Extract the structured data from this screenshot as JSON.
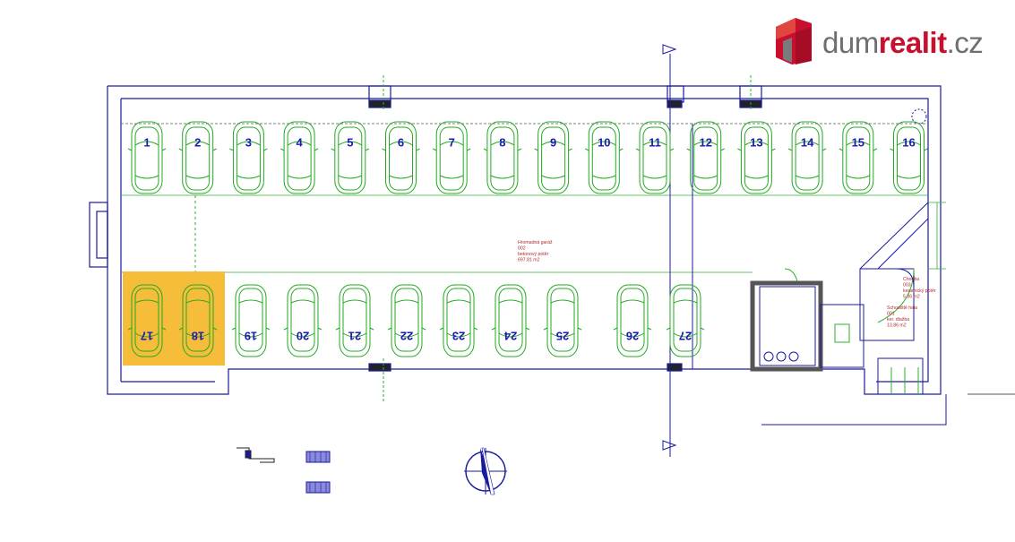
{
  "brand": {
    "name_part1": "dum",
    "name_part2": "realit",
    "name_part3": ".cz",
    "accent_color": "#c8102e",
    "gray_color": "#6f6f6f",
    "icon": "house-cube-icon"
  },
  "plan": {
    "top_row_spaces": [
      "1",
      "2",
      "3",
      "4",
      "5",
      "6",
      "7",
      "8",
      "9",
      "10",
      "11",
      "12",
      "13",
      "14",
      "15",
      "16"
    ],
    "bottom_row_spaces": [
      "17",
      "18",
      "19",
      "20",
      "21",
      "22",
      "23",
      "24",
      "25",
      "26",
      "27"
    ],
    "highlighted_spaces": [
      "17",
      "18"
    ],
    "highlight_color": "#f6bd3b",
    "wall_color": "#1a1aa0",
    "car_color": "#22aa22",
    "number_color": "#1b1bb0",
    "room_labels": [
      {
        "lines": [
          "Hromadná garáž",
          "002",
          "betonový potěr",
          "697.81 m2"
        ]
      },
      {
        "lines": [
          "Chodba",
          "003",
          "keramický potěr",
          "5.36 m2"
        ]
      },
      {
        "lines": [
          "Schodiště hala",
          "001",
          "ker. dlažba",
          "13.86 m2"
        ]
      }
    ]
  }
}
